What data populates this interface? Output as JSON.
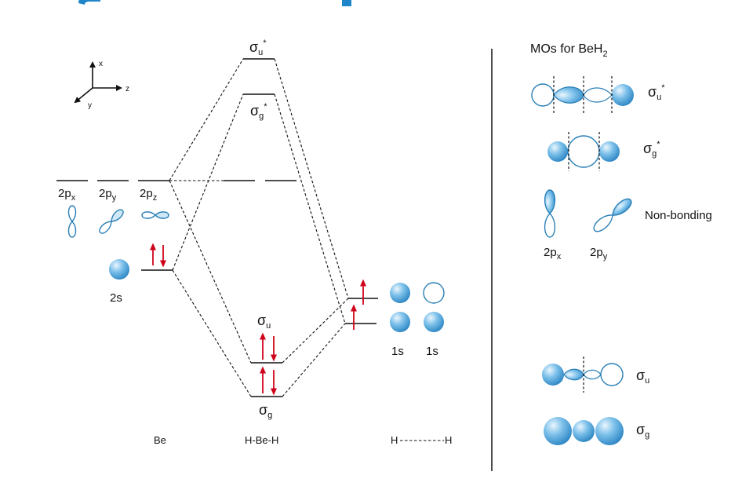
{
  "colors": {
    "orbital": "#3a93cf",
    "orbital_outline": "#2a7fb6",
    "electron_arrow": "#d0021b",
    "line": "#111111",
    "title_fragment": "#1e86c8"
  },
  "axes": {
    "x": "x",
    "y": "y",
    "z": "z"
  },
  "be": {
    "p_main": "2p",
    "p_x_sub": "x",
    "p_y_sub": "y",
    "p_z_sub": "z",
    "s_label": "2s",
    "column_label": "Be"
  },
  "center": {
    "sigma_u_star_main": "σ",
    "sigma_u_star_sub": "u",
    "sigma_u_star_sup": "*",
    "sigma_g_star_main": "σ",
    "sigma_g_star_sub": "g",
    "sigma_g_star_sup": "*",
    "sigma_u_main": "σ",
    "sigma_u_sub": "u",
    "sigma_g_main": "σ",
    "sigma_g_sub": "g",
    "column_label": "H-Be-H"
  },
  "hydrogen": {
    "s_label_1": "1s",
    "s_label_2": "1s",
    "column_label": "H",
    "column_label_2": "H"
  },
  "panel": {
    "title_main": "MOs for BeH",
    "title_sub": "2",
    "sigma_u_star_main": "σ",
    "sigma_u_star_sub": "u",
    "sigma_u_star_sup": "*",
    "sigma_g_star_main": "σ",
    "sigma_g_star_sub": "g",
    "sigma_g_star_sup": "*",
    "nonbonding": "Non-bonding",
    "p_main": "2p",
    "px_sub": "x",
    "py_sub": "y",
    "sigma_u_main": "σ",
    "sigma_u_sub": "u",
    "sigma_g_main": "σ",
    "sigma_g_sub": "g"
  }
}
